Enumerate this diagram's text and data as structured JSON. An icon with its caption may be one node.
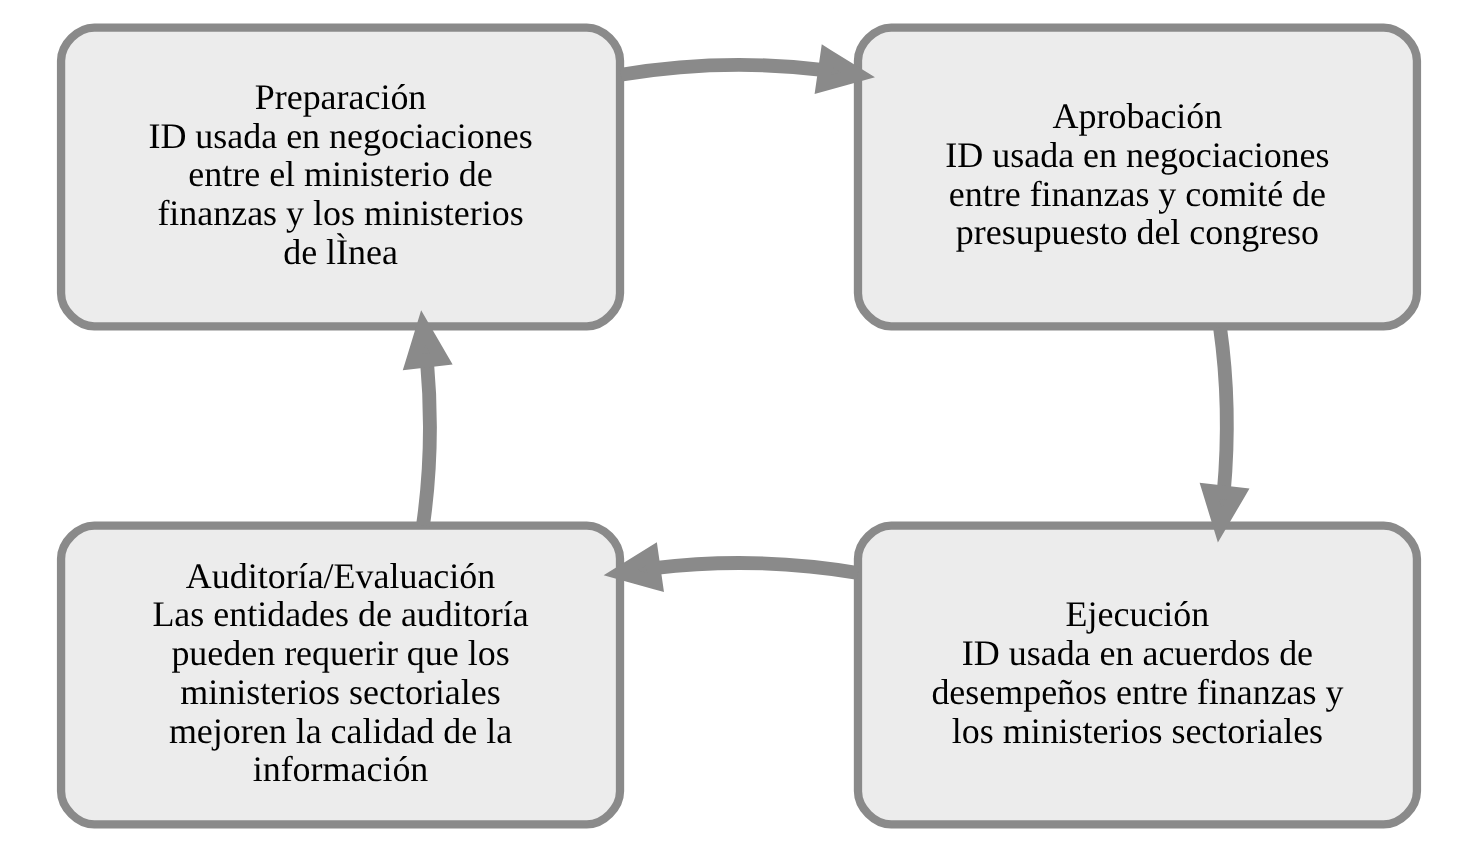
{
  "diagram": {
    "nodes": [
      {
        "text": [
          "Preparación",
          "ID usada en negociaciones entre el ministerio de finanzas y los ministerios de lÌnea"
        ]
      },
      {
        "text": [
          "Aprobación",
          "ID usada en negociaciones entre finanzas y comité de presupuesto del congreso"
        ]
      },
      {
        "text": [
          "Ejecución",
          "ID usada en acuerdos de desempeños entre finanzas y los ministerios sectoriales"
        ]
      },
      {
        "text": [
          "Auditoría/Evaluación",
          "Las entidades de auditoría pueden requerir que los ministerios sectoriales mejoren la calidad de la información"
        ]
      }
    ],
    "edges": [
      {
        "from": 0,
        "to": 1,
        "arrow": "to"
      },
      {
        "from": 1,
        "to": 2,
        "arrow": "to"
      },
      {
        "from": 2,
        "to": 3,
        "arrow": "to"
      },
      {
        "from": 3,
        "to": 0,
        "arrow": "to"
      }
    ]
  }
}
